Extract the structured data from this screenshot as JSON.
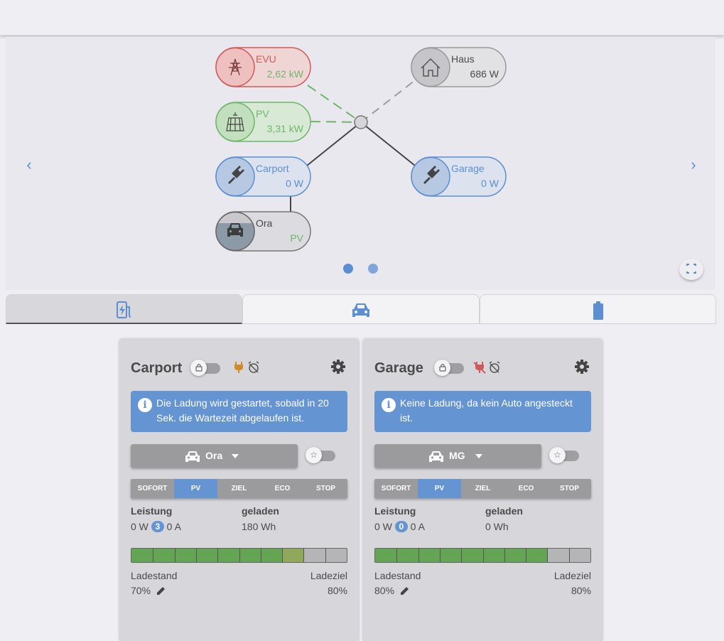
{
  "flow": {
    "evu": {
      "name": "EVU",
      "value": "2,62 kW"
    },
    "pv": {
      "name": "PV",
      "value": "3,31 kW"
    },
    "haus": {
      "name": "Haus",
      "value": "686 W"
    },
    "carport": {
      "name": "Carport",
      "value": "0 W"
    },
    "garage": {
      "name": "Garage",
      "value": "0 W"
    },
    "ora": {
      "name": "Ora",
      "value": "PV"
    }
  },
  "colors": {
    "accent": "#5b8fd1",
    "evu": "#d05a5a",
    "pv": "#6fb66a",
    "charge_fill": "#63a552"
  },
  "chargepoints": [
    {
      "title": "Carport",
      "info": "Die Ladung wird gestartet, sobald in 20 Sek. die Wartezeit abgelaufen ist.",
      "vehicle": "Ora",
      "modes": [
        "SOFORT",
        "PV",
        "ZIEL",
        "ECO",
        "STOP"
      ],
      "active_mode": "PV",
      "power_label": "Leistung",
      "power_w": "0 W",
      "phases": "3",
      "current": "0 A",
      "charged_label": "geladen",
      "charged": "180 Wh",
      "soc_label": "Ladestand",
      "soc": "70%",
      "target_label": "Ladeziel",
      "target": "80%",
      "soc_fraction": 0.7,
      "target_fraction": 0.8,
      "plug_status_icon": "plug-connected-icon"
    },
    {
      "title": "Garage",
      "info": "Keine Ladung, da kein Auto angesteckt ist.",
      "vehicle": "MG",
      "modes": [
        "SOFORT",
        "PV",
        "ZIEL",
        "ECO",
        "STOP"
      ],
      "active_mode": "PV",
      "power_label": "Leistung",
      "power_w": "0 W",
      "phases": "0",
      "current": "0 A",
      "charged_label": "geladen",
      "charged": "0 Wh",
      "soc_label": "Ladestand",
      "soc": "80%",
      "target_label": "Ladeziel",
      "target": "80%",
      "soc_fraction": 0.8,
      "target_fraction": 0.8,
      "plug_status_icon": "plug-disconnected-icon"
    }
  ]
}
